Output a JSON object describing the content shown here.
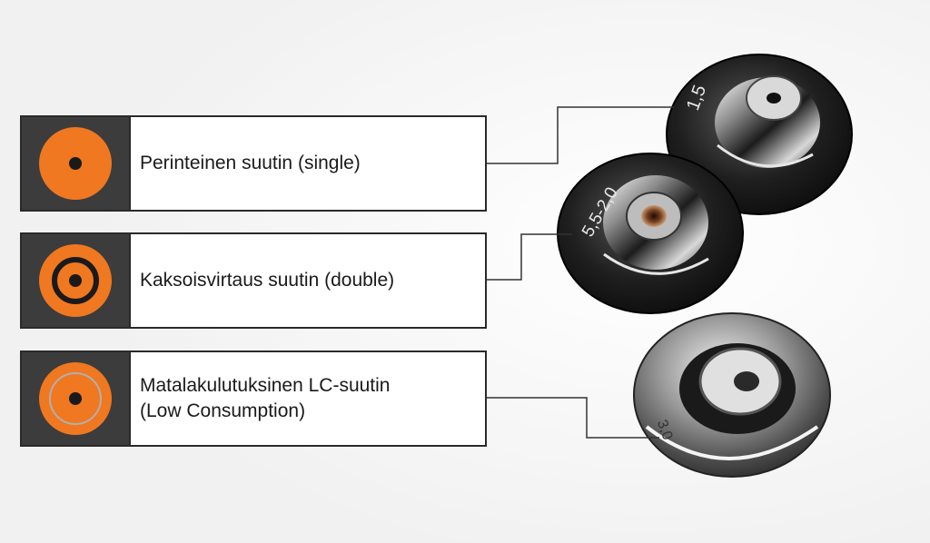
{
  "legend": [
    {
      "label": "Perinteinen suutin (single)",
      "icon": "single-orifice-icon"
    },
    {
      "label": "Kaksoisvirtaus suutin (double)",
      "icon": "double-orifice-icon"
    },
    {
      "label_line1": "Matalakulutuksinen LC-suutin",
      "label_line2": "(Low Consumption)",
      "icon": "low-consumption-icon"
    }
  ],
  "nozzle_markings": {
    "top": "1,5",
    "middle": "5,5-2,0",
    "bottom": "3,0"
  },
  "colors": {
    "accent_orange": "#f07820",
    "icon_background": "#3c3c3c"
  }
}
